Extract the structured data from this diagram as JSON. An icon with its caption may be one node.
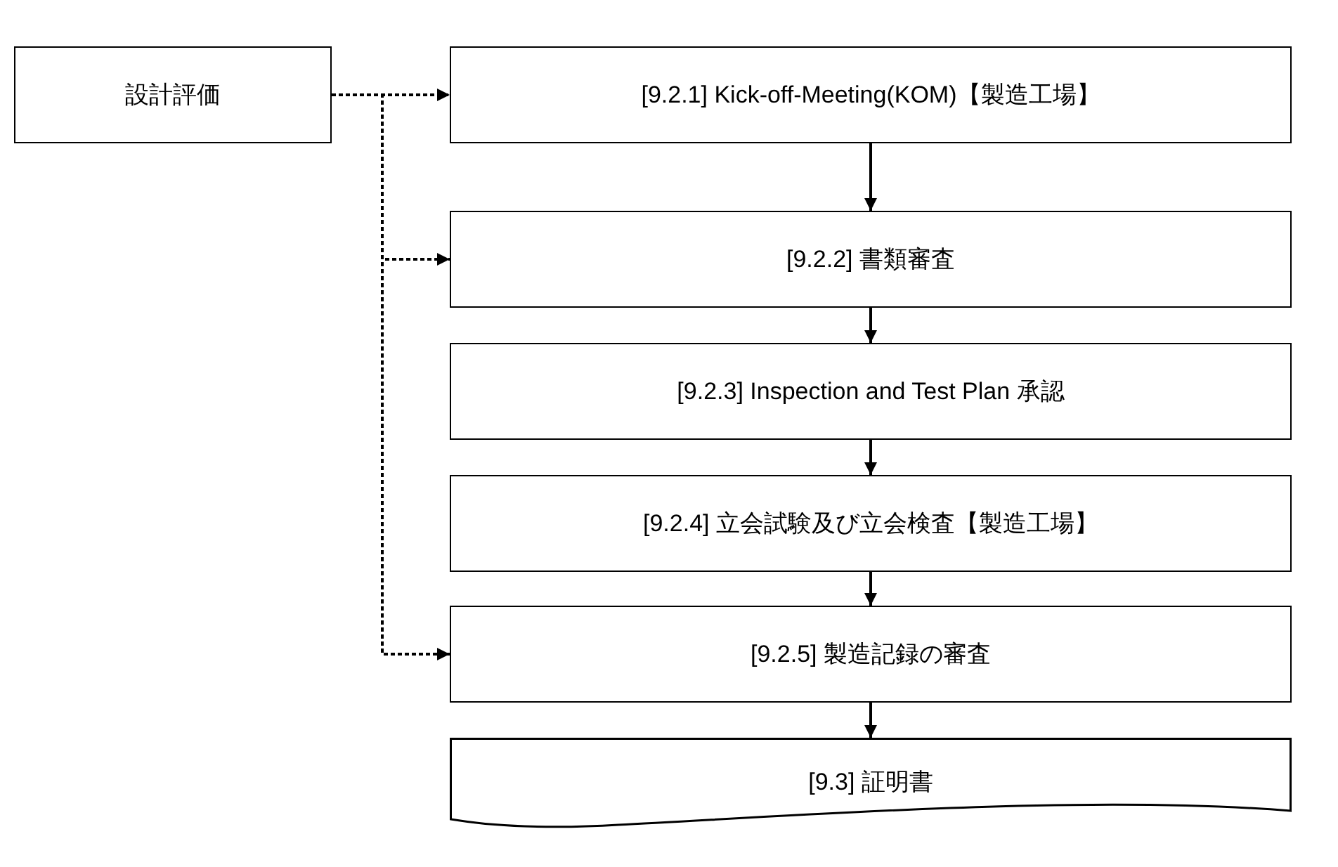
{
  "diagram": {
    "nodes": [
      {
        "text": [
          "設計評価"
        ]
      },
      {
        "text": [
          "[9.2.1] Kick-off-Meeting(KOM)【製造工場】"
        ]
      },
      {
        "text": [
          "[9.2.2] 書類審査"
        ]
      },
      {
        "text": [
          "[9.2.3] Inspection and Test Plan 承認"
        ]
      },
      {
        "text": [
          "[9.2.4] 立会試験及び立会検査【製造工場】"
        ]
      },
      {
        "text": [
          "[9.2.5] 製造記録の審査"
        ]
      },
      {
        "text": [
          "[9.3] 証明書"
        ]
      }
    ],
    "edges": [
      {
        "from": 0,
        "to": 1,
        "arrow": "to",
        "style": "dashed"
      },
      {
        "from": 0,
        "to": 2,
        "arrow": "to",
        "style": "dashed"
      },
      {
        "from": 0,
        "to": 5,
        "arrow": "to",
        "style": "dashed"
      },
      {
        "from": 1,
        "to": 2,
        "arrow": "to"
      },
      {
        "from": 2,
        "to": 3,
        "arrow": "to"
      },
      {
        "from": 3,
        "to": 4,
        "arrow": "to"
      },
      {
        "from": 4,
        "to": 5,
        "arrow": "to"
      },
      {
        "from": 5,
        "to": 6,
        "arrow": "to"
      }
    ]
  }
}
